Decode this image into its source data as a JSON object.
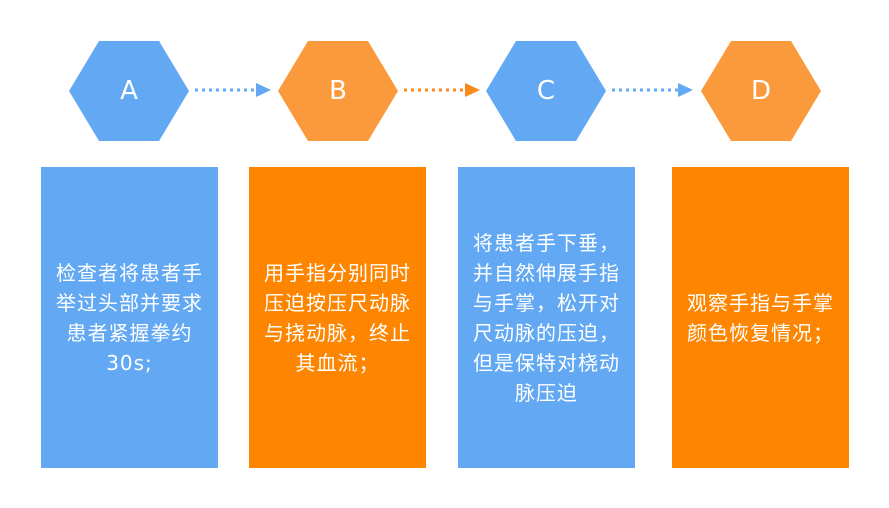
{
  "steps": [
    {
      "label": "A",
      "text": "检查者将患者手举过头部并要求患者紧握拳约30s;"
    },
    {
      "label": "B",
      "text": "用手指分别同时压迫按压尺动脉与挠动脉，终止其血流；"
    },
    {
      "label": "C",
      "text": "将患者手下垂，并自然伸展手指与手掌，松开对尺动脉的压迫，但是保特对桡动脉压迫"
    },
    {
      "label": "D",
      "text": "观察手指与手掌颜色恢复情况；"
    }
  ],
  "colors": {
    "blue": "#62a8f3",
    "hex_orange": "#fb9a3c",
    "card_orange": "#fe8500",
    "arrow_blue": "#62a8f3",
    "arrow_orange": "#fb8a1c"
  }
}
